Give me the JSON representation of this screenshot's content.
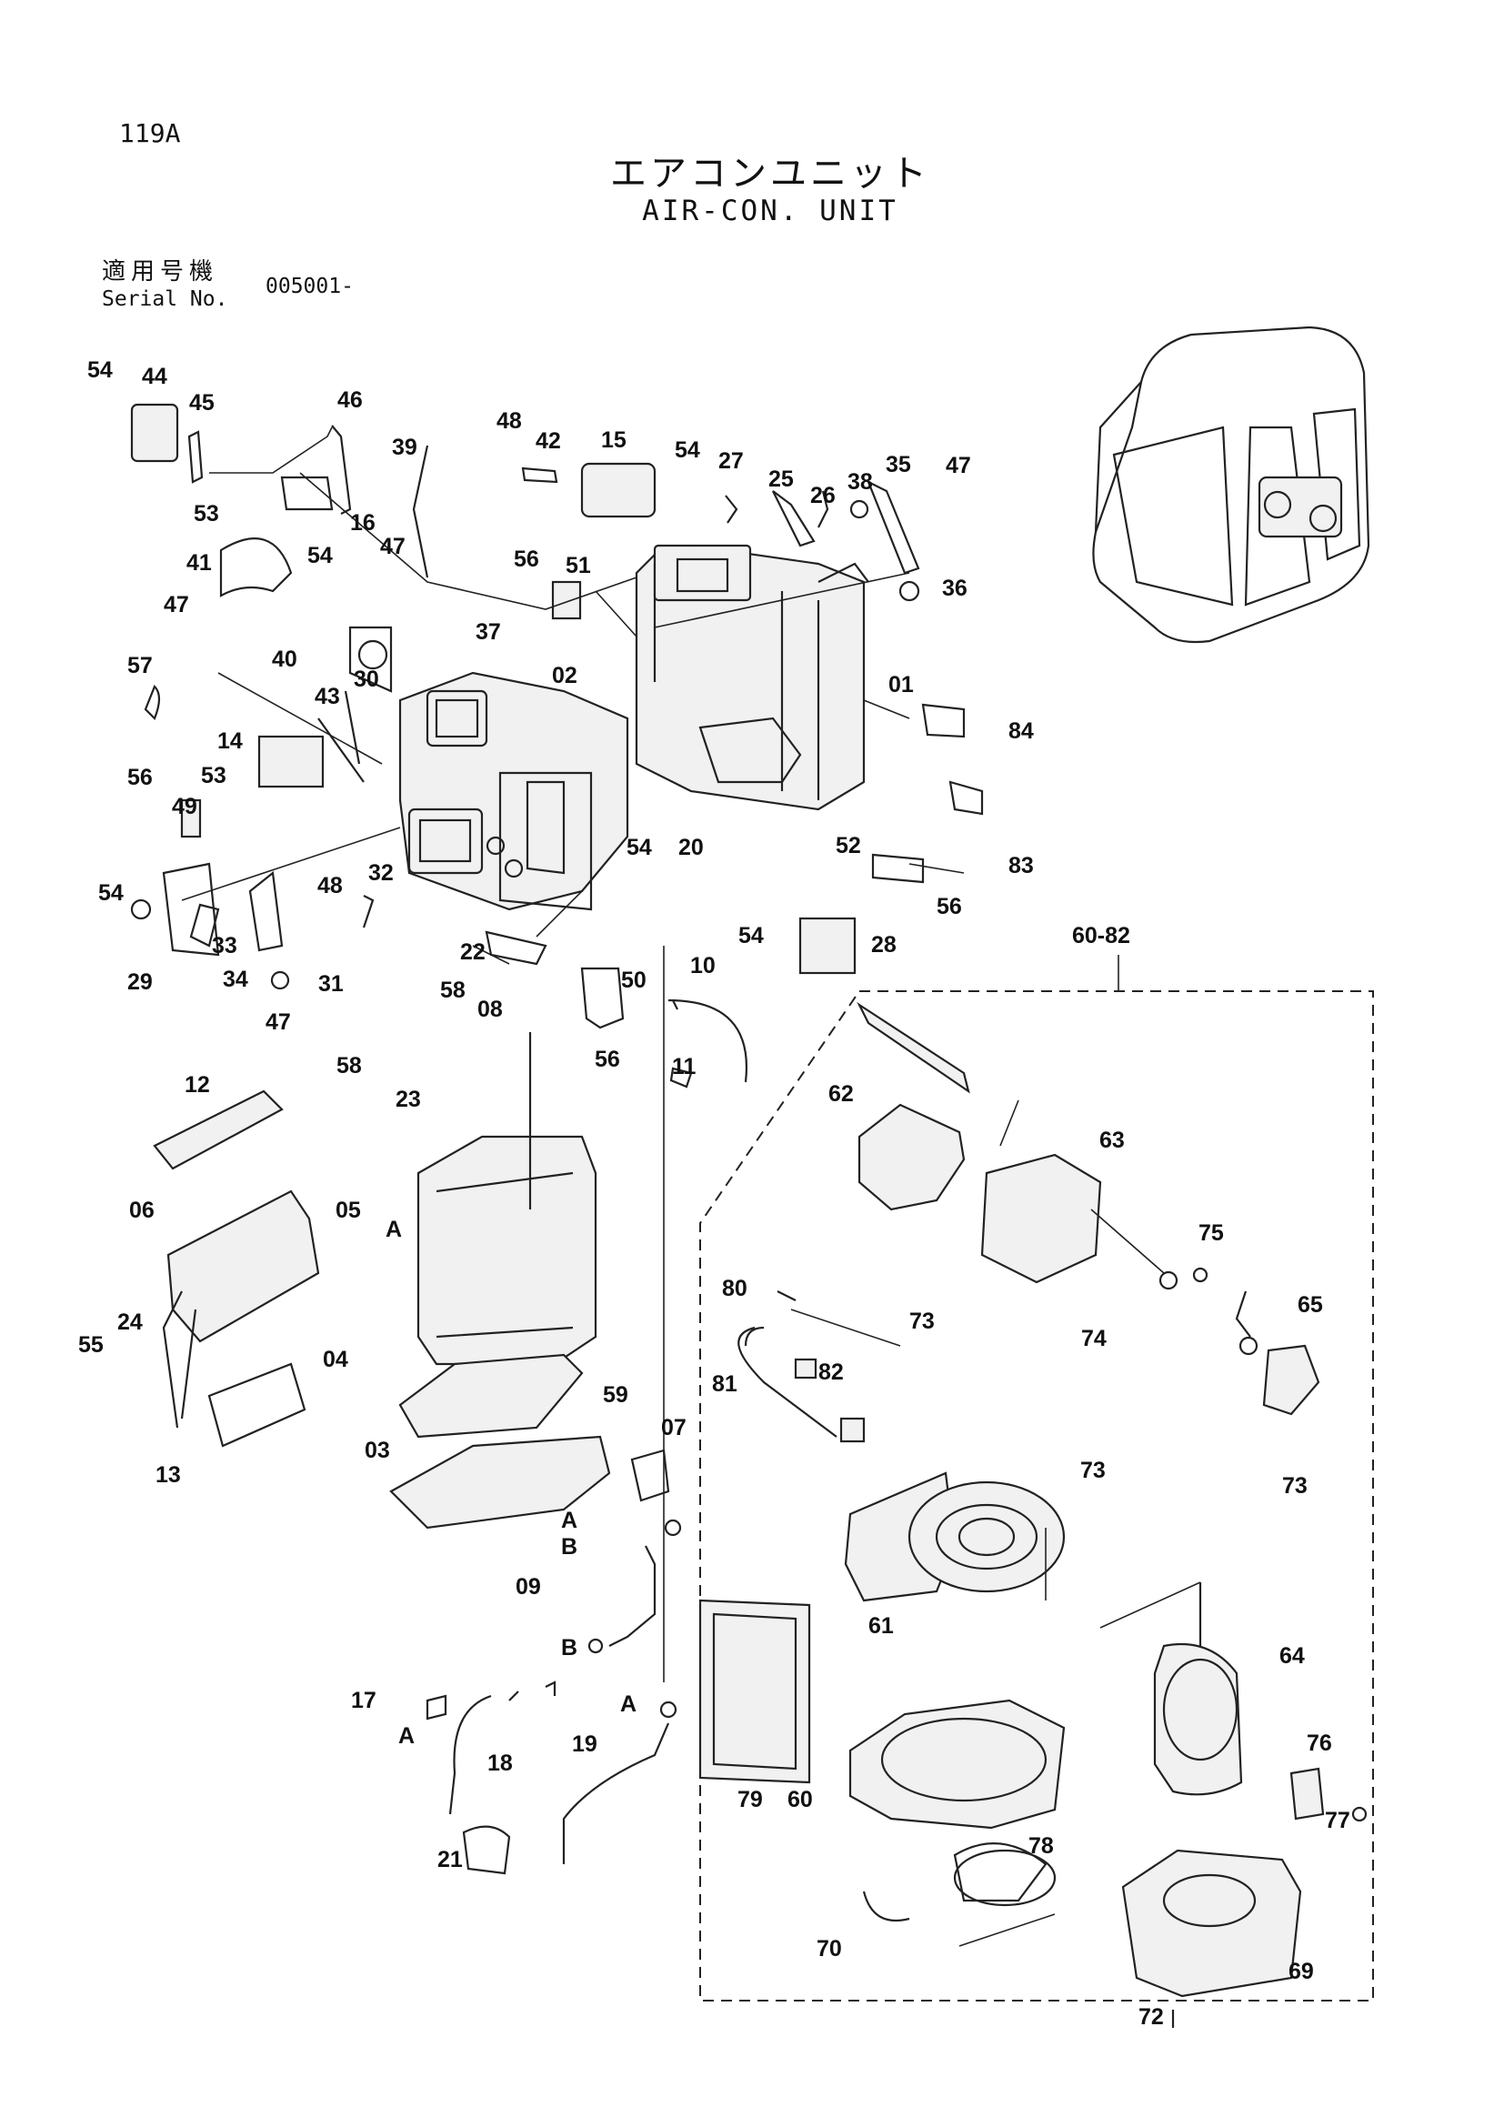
{
  "page": {
    "number": "119A",
    "title_jp": "エアコンユニット",
    "title_en": "AIR-CON. UNIT",
    "serial_label_jp": "適用号機",
    "serial_label_en": "Serial No.",
    "serial_value": "005001-"
  },
  "diagram": {
    "group_label": "60-82",
    "callouts": [
      "01",
      "02",
      "03",
      "04",
      "05",
      "06",
      "07",
      "08",
      "09",
      "10",
      "11",
      "12",
      "13",
      "14",
      "15",
      "16",
      "17",
      "18",
      "19",
      "20",
      "21",
      "22",
      "23",
      "24",
      "25",
      "26",
      "27",
      "28",
      "29",
      "30",
      "31",
      "32",
      "33",
      "34",
      "35",
      "36",
      "37",
      "38",
      "39",
      "40",
      "41",
      "42",
      "43",
      "44",
      "45",
      "46",
      "47",
      "48",
      "49",
      "50",
      "51",
      "52",
      "53",
      "54",
      "55",
      "56",
      "57",
      "58",
      "59",
      "60",
      "61",
      "62",
      "63",
      "64",
      "65",
      "69",
      "70",
      "72",
      "73",
      "74",
      "75",
      "76",
      "77",
      "78",
      "79",
      "80",
      "81",
      "82",
      "83",
      "84"
    ],
    "connector_letters": [
      "A",
      "B"
    ]
  }
}
